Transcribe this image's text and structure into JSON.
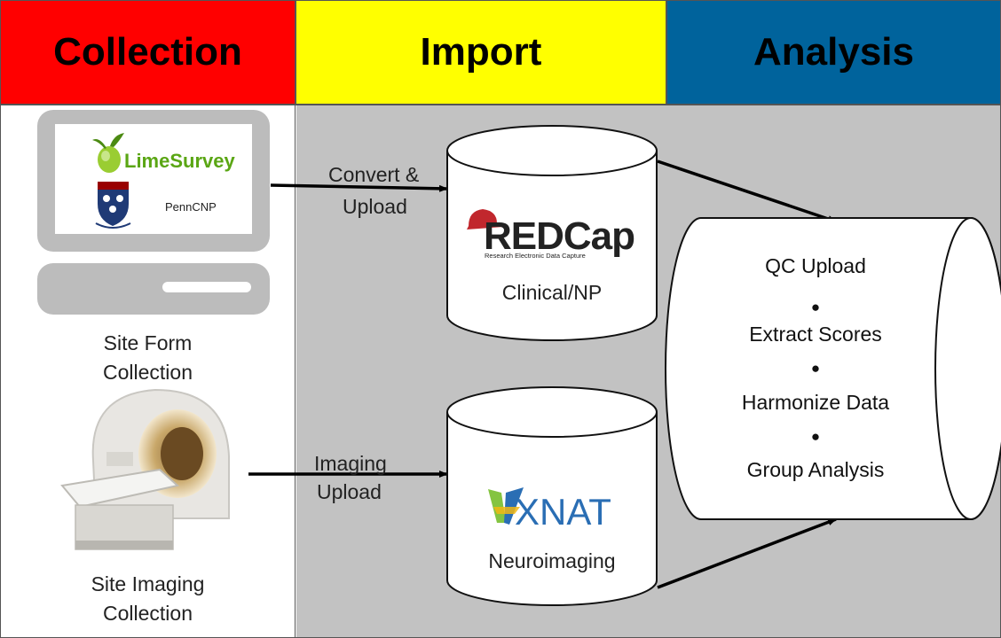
{
  "colors": {
    "collection": "#ff0000",
    "import": "#ffff00",
    "analysis": "#00639c",
    "panel_gray": "#c2c2c2",
    "monitor_gray": "#bcbcbc",
    "arrow": "#000000",
    "limesurvey_green": "#5aa614",
    "redcap_red": "#c1272d",
    "xnat_blue": "#2a6eb4",
    "xnat_green": "#84c441"
  },
  "headers": {
    "collection": "Collection",
    "import": "Import",
    "analysis": "Analysis"
  },
  "collection": {
    "limesurvey_logo": "LimeSurvey",
    "penncnp_label": "PennCNP",
    "form_caption_line1": "Site Form",
    "form_caption_line2": "Collection",
    "imaging_caption_line1": "Site Imaging",
    "imaging_caption_line2": "Collection"
  },
  "arrows": {
    "convert_line1": "Convert &",
    "convert_line2": "Upload",
    "imaging_line1": "Imaging",
    "imaging_line2": "Upload"
  },
  "databases": {
    "redcap_logo": "REDCap",
    "redcap_tagline": "Research Electronic Data Capture",
    "redcap_label": "Clinical/NP",
    "xnat_logo": "XNAT",
    "xnat_label": "Neuroimaging"
  },
  "analysis": {
    "steps": [
      "QC Upload",
      "Extract Scores",
      "Harmonize Data",
      "Group Analysis"
    ],
    "bullet": "●"
  }
}
